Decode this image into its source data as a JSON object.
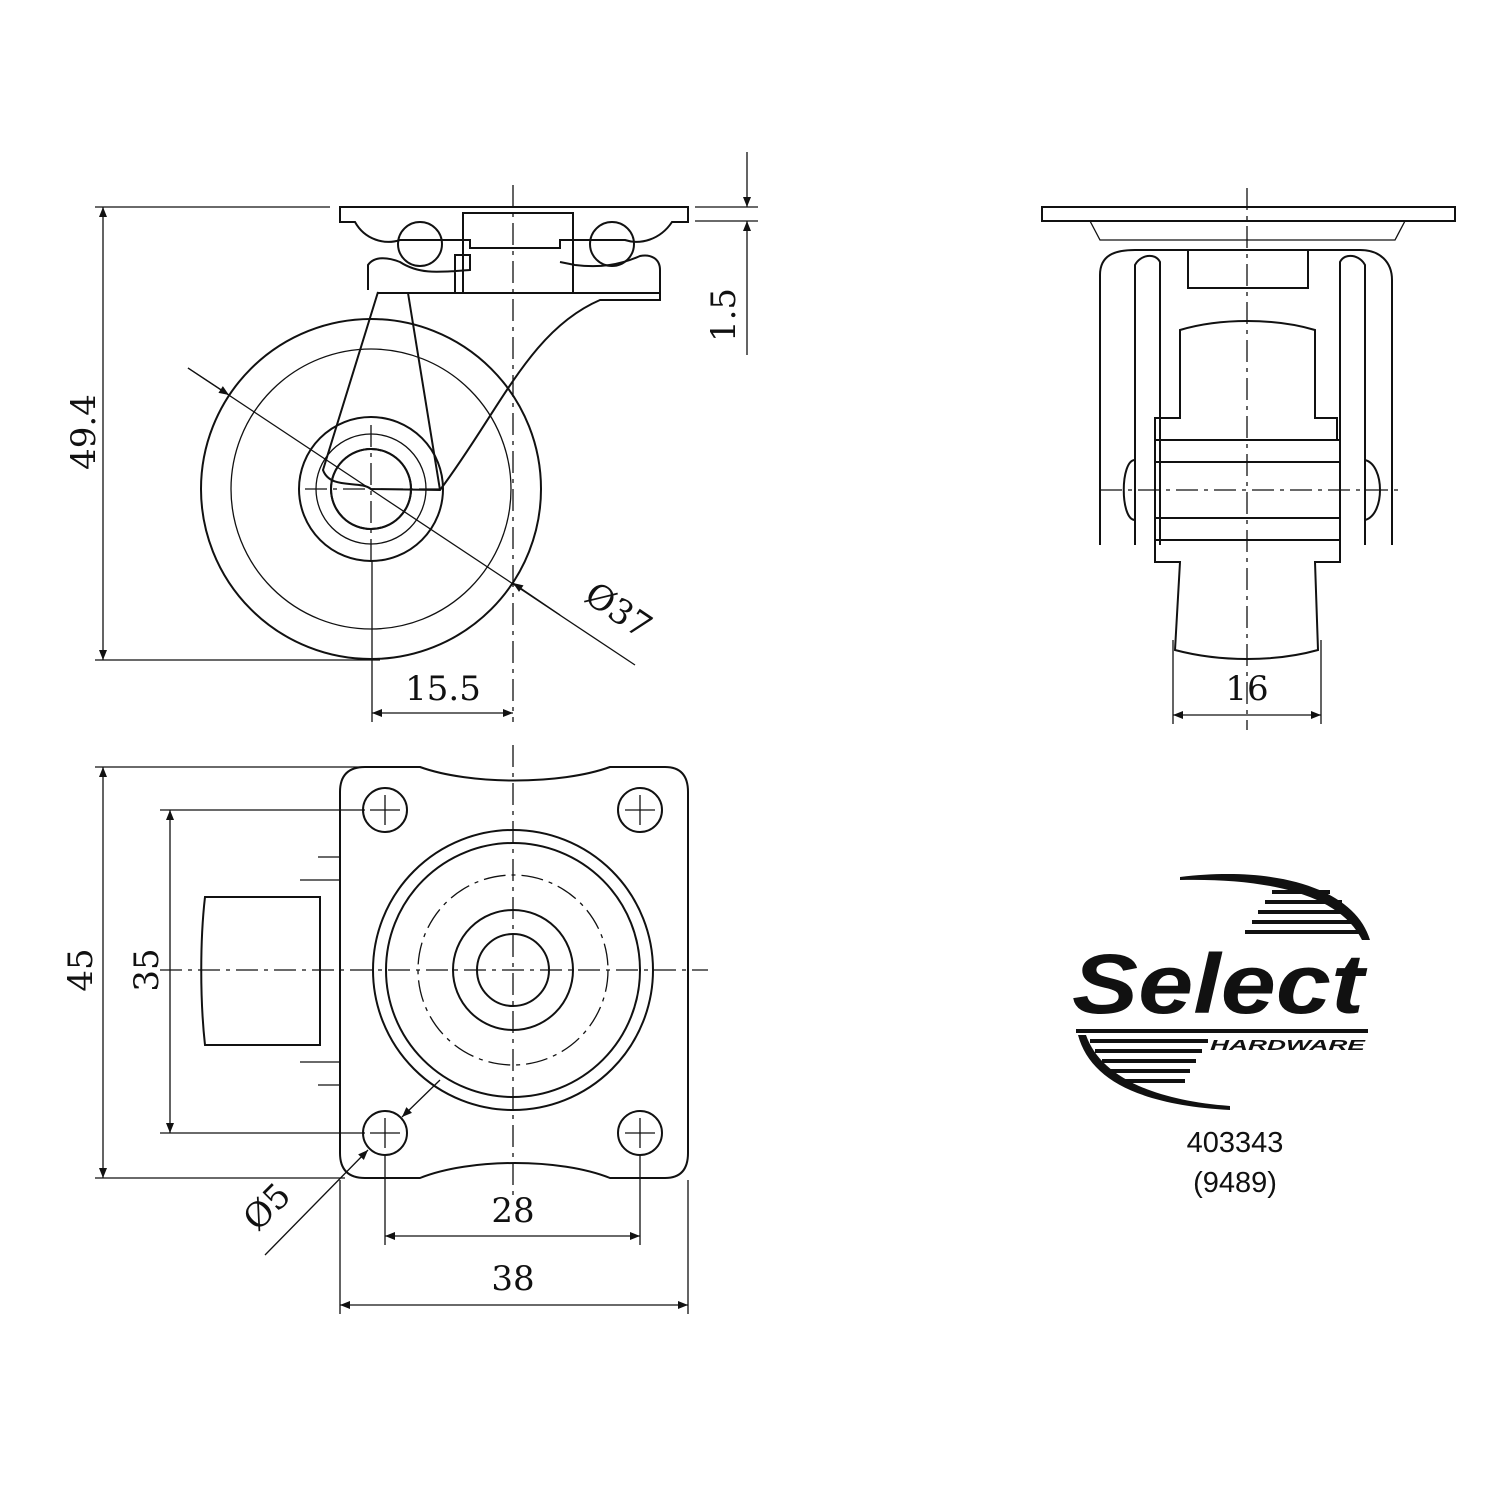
{
  "side_view": {
    "height_dim": "49.4",
    "plate_thickness_dim": "1.5",
    "wheel_diameter_dim": "Ø37",
    "offset_dim": "15.5"
  },
  "front_view": {
    "wheel_width_dim": "16"
  },
  "plan_view": {
    "plate_length_dim": "45",
    "hole_spacing_length_dim": "35",
    "hole_spacing_width_dim": "28",
    "plate_width_dim": "38",
    "hole_diameter_dim": "Ø5"
  },
  "logo": {
    "brand": "Select",
    "sub": "HARDWARE",
    "part_number": "403343",
    "alt_number": "(9489)"
  },
  "colors": {
    "ink": "#111111",
    "background": "#ffffff"
  }
}
